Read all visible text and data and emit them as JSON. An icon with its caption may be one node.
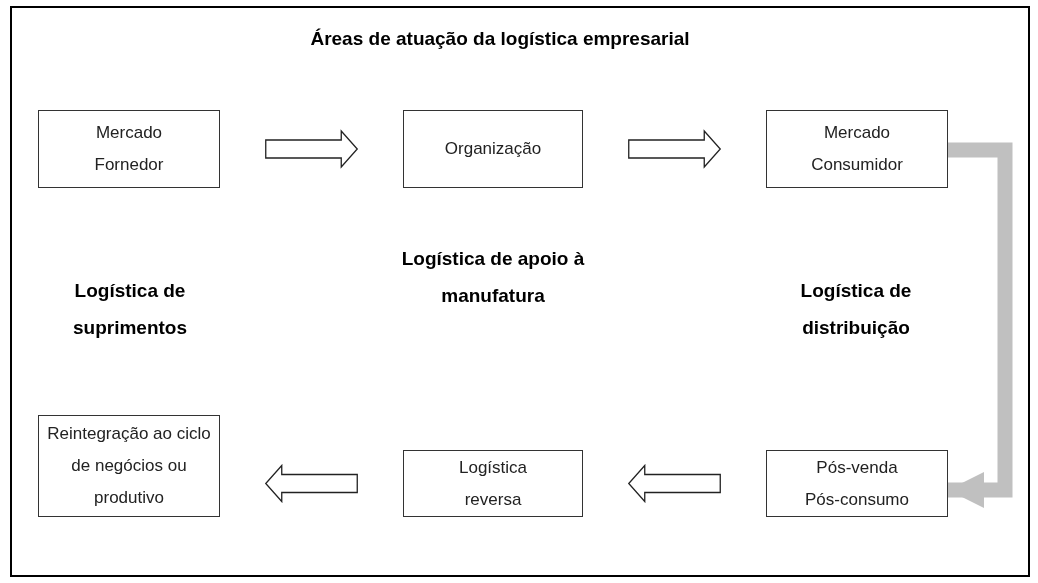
{
  "diagram": {
    "title": "Áreas de atuação da logística empresarial",
    "nodes": [
      {
        "text": [
          "Mercado Fornedor"
        ]
      },
      {
        "text": [
          "Organização"
        ]
      },
      {
        "text": [
          "Mercado Consumidor"
        ]
      },
      {
        "text": [
          "Reintegração ao ciclo de negócios ou produtivo"
        ]
      },
      {
        "text": [
          "Logística reversa"
        ]
      },
      {
        "text": [
          "Pós-venda Pós-consumo"
        ]
      }
    ],
    "edges": [
      {
        "from": 0,
        "to": 1,
        "arrow": "to"
      },
      {
        "from": 1,
        "to": 2,
        "arrow": "to"
      },
      {
        "from": 2,
        "to": 5,
        "arrow": "to",
        "color": "#c0c0c0"
      },
      {
        "from": 5,
        "to": 4,
        "arrow": "to"
      },
      {
        "from": 4,
        "to": 3,
        "arrow": "to"
      }
    ],
    "labels": [
      "Logística de suprimentos",
      "Logística de apoio à manufatura",
      "Logística de distribuição"
    ]
  }
}
